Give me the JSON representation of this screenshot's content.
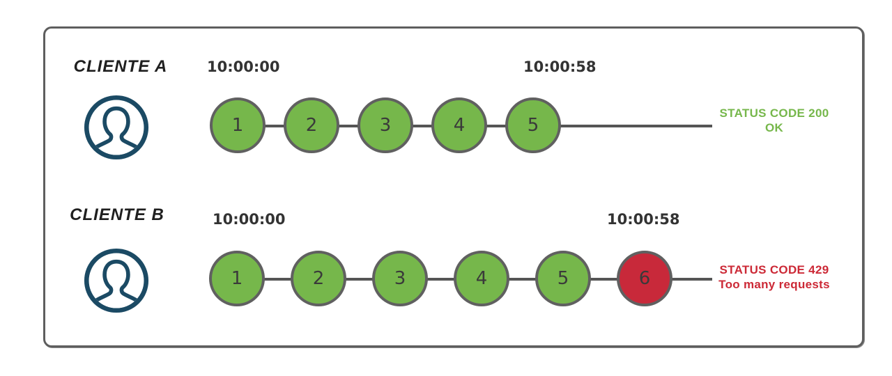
{
  "diagram": {
    "topic": "rate-limiting",
    "colors": {
      "request_ok": "#76b74b",
      "request_blocked": "#c8293a",
      "status_ok_text": "#76b74b",
      "status_blocked_text": "#cc2936",
      "avatar_stroke": "#1b4a64",
      "timeline_line": "#555555",
      "circle_border": "#606060",
      "frame_border": "#5e5e5e"
    }
  },
  "clients": [
    {
      "name": "CLIENTE A",
      "icon": "user-avatar",
      "start_time": "10:00:00",
      "end_time": "10:00:58",
      "requests": [
        {
          "label": "1",
          "status": "ok"
        },
        {
          "label": "2",
          "status": "ok"
        },
        {
          "label": "3",
          "status": "ok"
        },
        {
          "label": "4",
          "status": "ok"
        },
        {
          "label": "5",
          "status": "ok"
        }
      ],
      "result": {
        "code_line": "STATUS CODE 200",
        "message_line": "OK",
        "type": "ok"
      }
    },
    {
      "name": "CLIENTE B",
      "icon": "user-avatar",
      "start_time": "10:00:00",
      "end_time": "10:00:58",
      "requests": [
        {
          "label": "1",
          "status": "ok"
        },
        {
          "label": "2",
          "status": "ok"
        },
        {
          "label": "3",
          "status": "ok"
        },
        {
          "label": "4",
          "status": "ok"
        },
        {
          "label": "5",
          "status": "ok"
        },
        {
          "label": "6",
          "status": "blocked"
        }
      ],
      "result": {
        "code_line": "STATUS CODE 429",
        "message_line": "Too many requests",
        "type": "blocked"
      }
    }
  ]
}
